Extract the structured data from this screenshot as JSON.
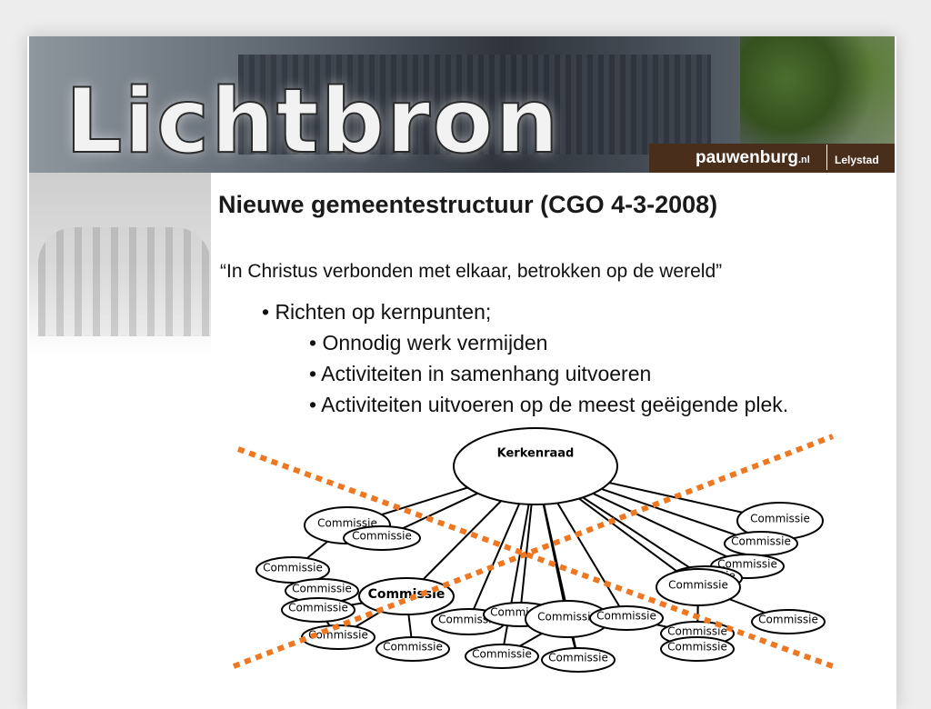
{
  "header": {
    "logo_text": "Lichtbron",
    "brand": "pauwenburg",
    "brand_suffix": ".nl",
    "city": "Lelystad"
  },
  "slide": {
    "title": "Nieuwe gemeentestructuur (CGO 4-3-2008)",
    "subtitle": "“In Christus verbonden met elkaar, betrokken op de wereld”",
    "bullets": [
      "• Richten op kernpunten;",
      "• Onnodig werk vermijden",
      "• Activiteiten in samenhang uitvoeren",
      "• Activiteiten uitvoeren op de meest geëigende plek."
    ]
  },
  "diagram": {
    "root_label": "Kerkenraad",
    "node_label": "Commissie",
    "node_count": 23,
    "cross_color": "#ee7722"
  },
  "colors": {
    "title": "#1a1a1a",
    "header_bar": "#4a2e1c",
    "cross": "#ee7722"
  }
}
